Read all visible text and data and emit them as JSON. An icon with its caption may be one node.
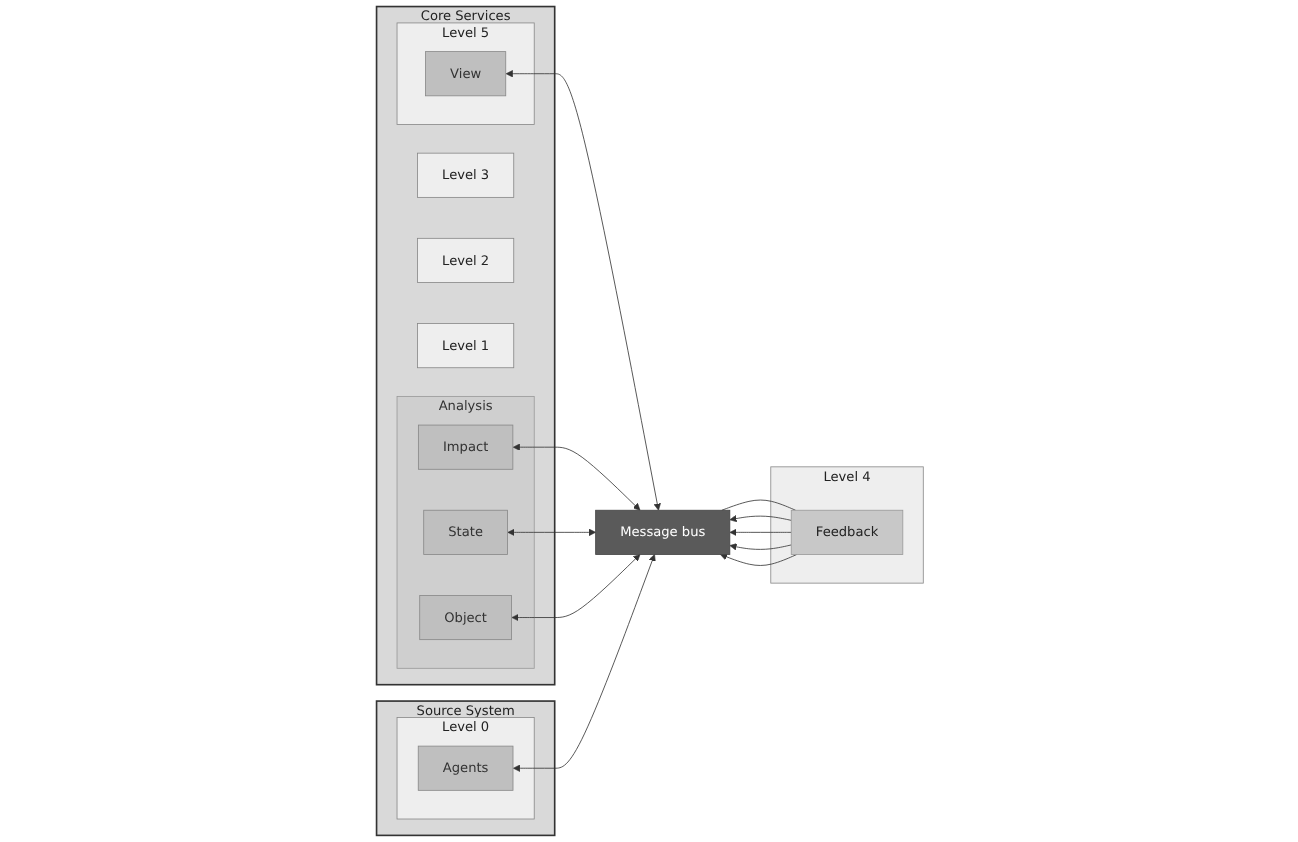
{
  "diagram": {
    "nodes": [
      {
        "text": [
          "Core Services"
        ]
      },
      {
        "text": [
          "Level 5"
        ],
        "in": 0
      },
      {
        "text": [
          "View"
        ],
        "in": 1
      },
      {
        "text": [
          "Level 3"
        ],
        "in": 0
      },
      {
        "text": [
          "Level 2"
        ],
        "in": 0
      },
      {
        "text": [
          "Level 1"
        ],
        "in": 0
      },
      {
        "text": [
          "Analysis"
        ],
        "in": 0
      },
      {
        "text": [
          "Impact"
        ],
        "in": 6
      },
      {
        "text": [
          "State"
        ],
        "in": 6
      },
      {
        "text": [
          "Object"
        ],
        "in": 6
      },
      {
        "text": [
          "Source System"
        ]
      },
      {
        "text": [
          "Level 0"
        ],
        "in": 10
      },
      {
        "text": [
          "Agents"
        ],
        "in": 11
      },
      {
        "text": [
          "Message bus"
        ]
      },
      {
        "text": [
          "Level 4"
        ]
      },
      {
        "text": [
          "Feedback"
        ],
        "in": 14
      }
    ],
    "edges": [
      {
        "from": 2,
        "to": 13,
        "arrow": "both"
      },
      {
        "from": 7,
        "to": 13,
        "arrow": "both"
      },
      {
        "from": 8,
        "to": 13,
        "arrow": "both"
      },
      {
        "from": 9,
        "to": 13,
        "arrow": "both"
      },
      {
        "from": 12,
        "to": 13,
        "arrow": "both"
      },
      {
        "from": 13,
        "to": 15,
        "arrow": "none"
      },
      {
        "from": 15,
        "to": 13,
        "arrow": "to"
      },
      {
        "from": 15,
        "to": 13,
        "arrow": "to"
      },
      {
        "from": 15,
        "to": 13,
        "arrow": "to"
      },
      {
        "from": 15,
        "to": 13,
        "arrow": "to"
      }
    ]
  }
}
